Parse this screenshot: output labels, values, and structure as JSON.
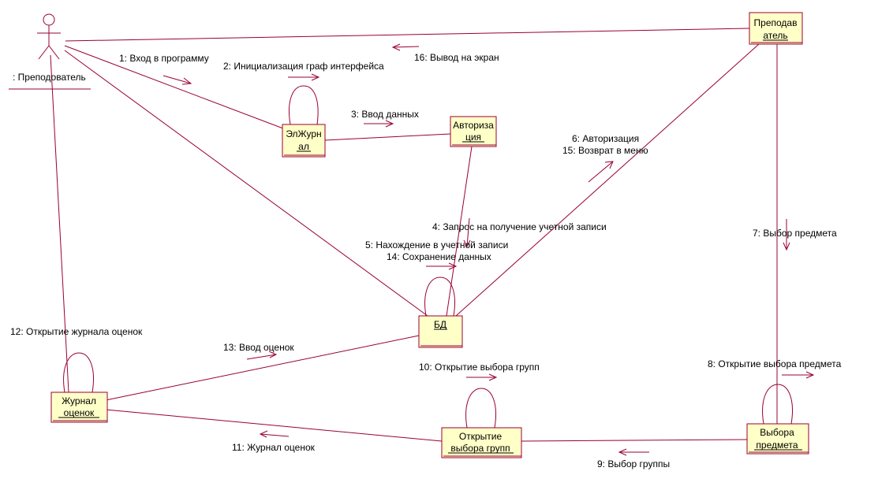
{
  "colors": {
    "line": "#990033",
    "object_fill": "#ffffc8",
    "text": "#000000"
  },
  "actor": {
    "label": ": Преподователь",
    "icon": "stick-figure-icon"
  },
  "objects": {
    "el_journal": [
      "ЭлЖурн",
      "ал"
    ],
    "authorization": [
      "Авториза",
      "ция"
    ],
    "teacher": [
      "Преподав",
      "атель"
    ],
    "db": [
      "БД"
    ],
    "grade_journal": [
      "Журнал",
      "оценок"
    ],
    "group_selection": [
      "Открытие",
      "выбора групп"
    ],
    "subject_selection": [
      "Выбора",
      "предмета"
    ]
  },
  "messages": {
    "m1": "1: Вход в программу",
    "m2": "2: Инициализация граф интерфейса",
    "m3": "3: Ввод данных",
    "m4": "4: Запрос на получение учетной записи",
    "m5": "5: Нахождение в учетной записи",
    "m6": "6: Авторизация",
    "m7": "7: Выбор предмета",
    "m8": "8: Открытие выбора предмета",
    "m9": "9: Выбор группы",
    "m10": "10: Открытие выбора групп",
    "m11": "11: Журнал оценок",
    "m12": "12: Открытие журнала оценок",
    "m13": "13: Ввод оценок",
    "m14": "14: Сохранение данных",
    "m15": "15: Возврат в меню",
    "m16": "16: Вывод на экран"
  }
}
